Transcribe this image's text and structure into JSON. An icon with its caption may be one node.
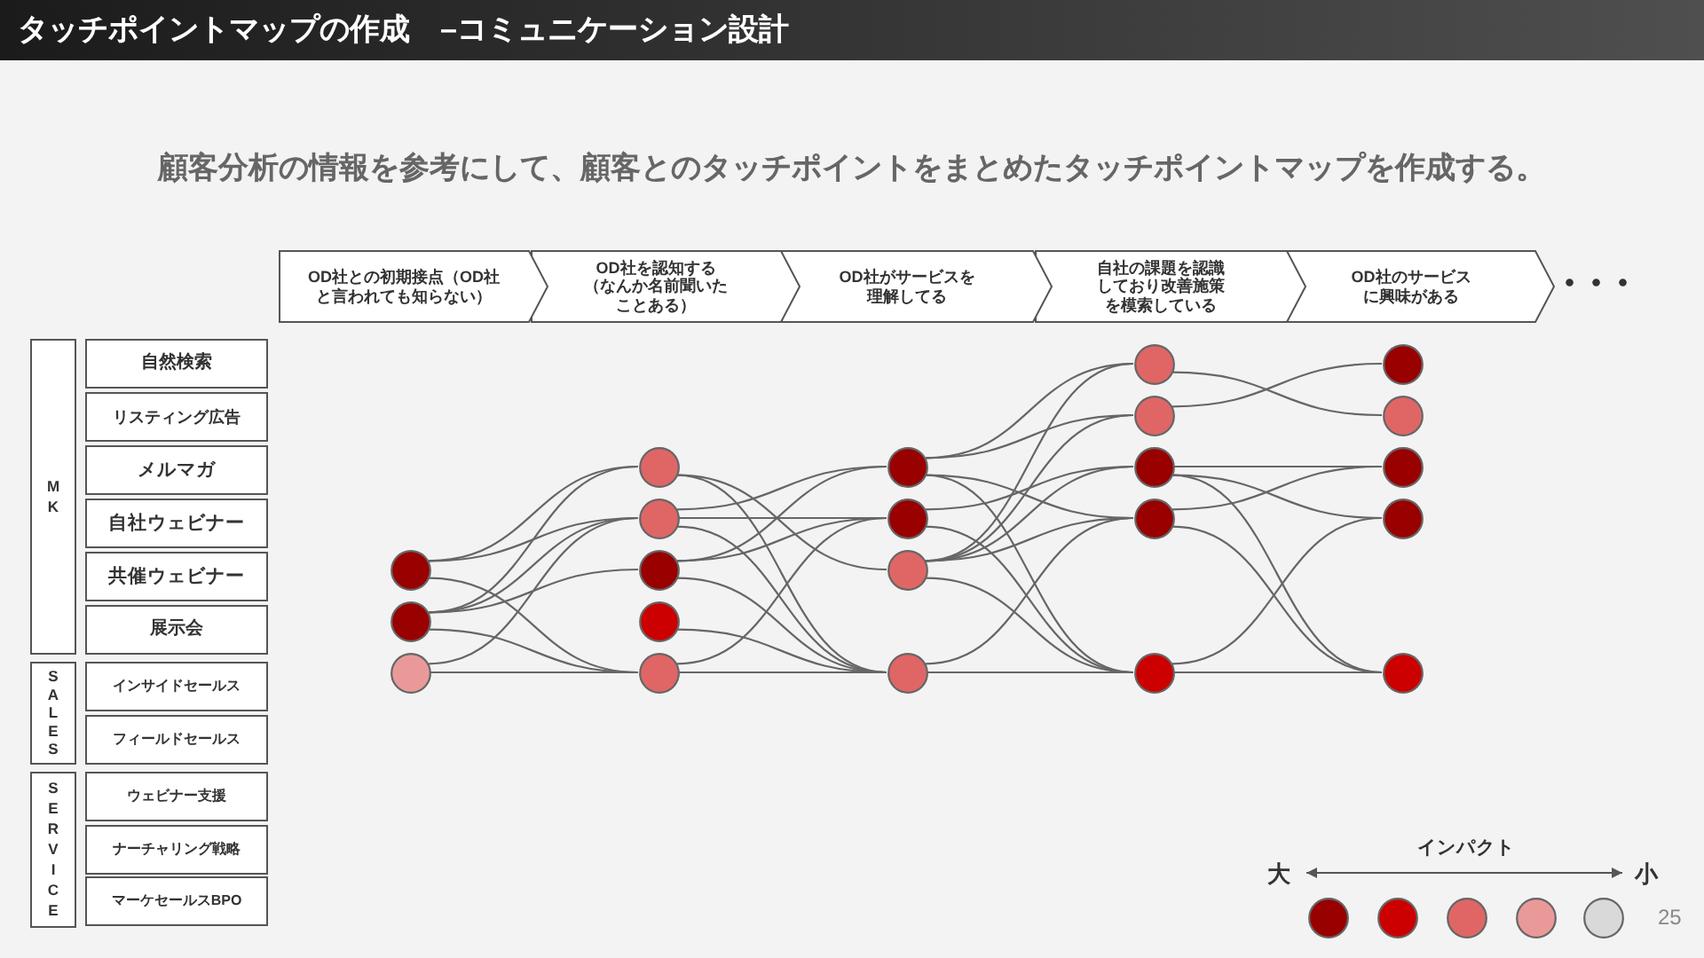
{
  "diagram": {
    "title": "タッチポイントマップの作成　–コミュニケーション設計",
    "nodes": [
      {
        "text": [
          "OD社との初期接点（OD社と言われても知らない）"
        ]
      },
      {
        "text": [
          "OD社を認知する（なんか名前聞いたことある）"
        ]
      },
      {
        "text": [
          "OD社がサービスを理解してる"
        ]
      },
      {
        "text": [
          "自社の課題を認識しており改善施策を模索している"
        ]
      },
      {
        "text": [
          "OD社のサービスに興味がある"
        ]
      },
      {
        "text": [
          "MK"
        ]
      },
      {
        "text": [
          "自然検索"
        ]
      },
      {
        "text": [
          "リスティング広告"
        ]
      },
      {
        "text": [
          "メルマガ"
        ]
      },
      {
        "text": [
          "自社ウェビナー"
        ]
      },
      {
        "text": [
          "共催ウェビナー"
        ]
      },
      {
        "text": [
          "展示会"
        ]
      },
      {
        "text": [
          "SALES"
        ]
      },
      {
        "text": [
          "インサイドセールス"
        ]
      },
      {
        "text": [
          "フィールドセールス"
        ]
      },
      {
        "text": [
          "SERVICE"
        ]
      },
      {
        "text": [
          "ウェビナー支援"
        ]
      },
      {
        "text": [
          "ナーチャリング戦略"
        ]
      },
      {
        "text": [
          "マーケセールスBPO"
        ]
      },
      {
        "text": [],
        "shape": "circle"
      },
      {
        "text": [],
        "shape": "circle"
      },
      {
        "text": [],
        "shape": "circle"
      },
      {
        "text": [],
        "shape": "circle"
      },
      {
        "text": [],
        "shape": "circle"
      },
      {
        "text": [],
        "shape": "circle"
      },
      {
        "text": [],
        "shape": "circle"
      },
      {
        "text": [],
        "shape": "circle"
      },
      {
        "text": [],
        "shape": "circle"
      },
      {
        "text": [],
        "shape": "circle"
      },
      {
        "text": [],
        "shape": "circle"
      },
      {
        "text": [],
        "shape": "circle"
      },
      {
        "text": [],
        "shape": "circle"
      },
      {
        "text": [],
        "shape": "circle"
      },
      {
        "text": [],
        "shape": "circle"
      },
      {
        "text": [],
        "shape": "circle"
      },
      {
        "text": [],
        "shape": "circle"
      },
      {
        "text": [],
        "shape": "circle"
      },
      {
        "text": [],
        "shape": "circle"
      },
      {
        "text": [],
        "shape": "circle"
      },
      {
        "text": [],
        "shape": "circle"
      },
      {
        "text": [],
        "shape": "circle"
      }
    ],
    "edges": [
      {
        "from": 19,
        "to": 22,
        "arrow": "none"
      },
      {
        "from": 19,
        "to": 23,
        "arrow": "none"
      },
      {
        "from": 19,
        "to": 26,
        "arrow": "none"
      },
      {
        "from": 20,
        "to": 22,
        "arrow": "none"
      },
      {
        "from": 20,
        "to": 23,
        "arrow": "none"
      },
      {
        "from": 20,
        "to": 24,
        "arrow": "none"
      },
      {
        "from": 20,
        "to": 26,
        "arrow": "none"
      },
      {
        "from": 21,
        "to": 23,
        "arrow": "none"
      },
      {
        "from": 21,
        "to": 26,
        "arrow": "none"
      },
      {
        "from": 22,
        "to": 29,
        "arrow": "none"
      },
      {
        "from": 22,
        "to": 30,
        "arrow": "none"
      },
      {
        "from": 23,
        "to": 27,
        "arrow": "none"
      },
      {
        "from": 23,
        "to": 28,
        "arrow": "none"
      },
      {
        "from": 23,
        "to": 30,
        "arrow": "none"
      },
      {
        "from": 24,
        "to": 27,
        "arrow": "none"
      },
      {
        "from": 24,
        "to": 28,
        "arrow": "none"
      },
      {
        "from": 24,
        "to": 30,
        "arrow": "none"
      },
      {
        "from": 25,
        "to": 30,
        "arrow": "none"
      },
      {
        "from": 26,
        "to": 28,
        "arrow": "none"
      },
      {
        "from": 26,
        "to": 30,
        "arrow": "none"
      },
      {
        "from": 27,
        "to": 31,
        "arrow": "none"
      },
      {
        "from": 27,
        "to": 32,
        "arrow": "none"
      },
      {
        "from": 27,
        "to": 34,
        "arrow": "none"
      },
      {
        "from": 27,
        "to": 35,
        "arrow": "none"
      },
      {
        "from": 28,
        "to": 33,
        "arrow": "none"
      },
      {
        "from": 28,
        "to": 35,
        "arrow": "none"
      },
      {
        "from": 29,
        "to": 31,
        "arrow": "none"
      },
      {
        "from": 29,
        "to": 32,
        "arrow": "none"
      },
      {
        "from": 29,
        "to": 33,
        "arrow": "none"
      },
      {
        "from": 29,
        "to": 34,
        "arrow": "none"
      },
      {
        "from": 29,
        "to": 35,
        "arrow": "none"
      },
      {
        "from": 30,
        "to": 34,
        "arrow": "none"
      },
      {
        "from": 30,
        "to": 35,
        "arrow": "none"
      },
      {
        "from": 31,
        "to": 37,
        "arrow": "none"
      },
      {
        "from": 32,
        "to": 36,
        "arrow": "none"
      },
      {
        "from": 33,
        "to": 38,
        "arrow": "none"
      },
      {
        "from": 33,
        "to": 39,
        "arrow": "none"
      },
      {
        "from": 33,
        "to": 40,
        "arrow": "none"
      },
      {
        "from": 34,
        "to": 38,
        "arrow": "none"
      },
      {
        "from": 34,
        "to": 40,
        "arrow": "none"
      },
      {
        "from": 35,
        "to": 39,
        "arrow": "none"
      },
      {
        "from": 35,
        "to": 40,
        "arrow": "none"
      }
    ],
    "labels": [
      "顧客分析の情報を参考にして、顧客とのタッチポイントをまとめたタッチポイントマップを作成する。",
      "・・・",
      "インパクト",
      "大",
      "小",
      "25"
    ]
  }
}
